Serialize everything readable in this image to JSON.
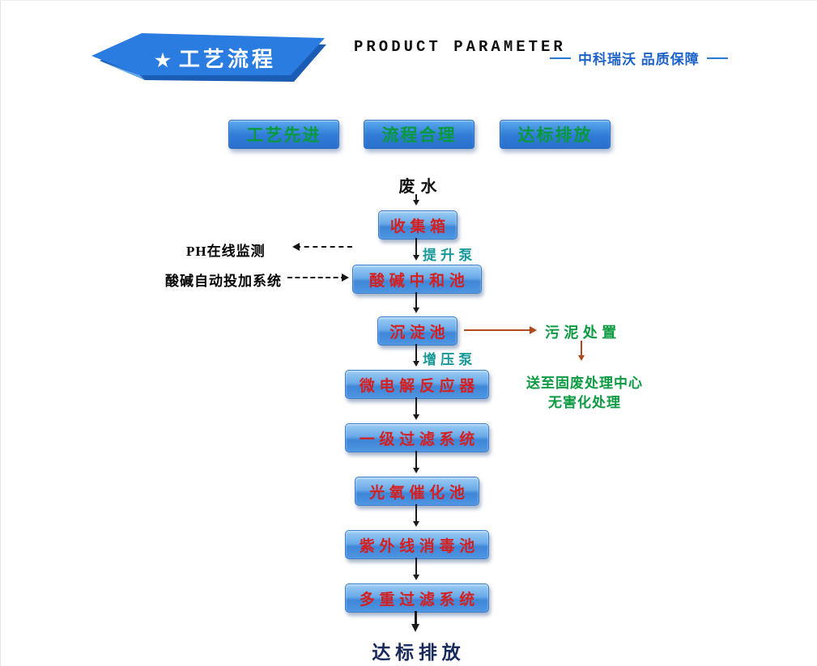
{
  "header": {
    "banner_star": "★",
    "banner_label": "工艺流程",
    "title": "PRODUCT PARAMETER",
    "brand": "中科瑞沃  品质保障"
  },
  "badges": [
    {
      "label": "工艺先进"
    },
    {
      "label": "流程合理"
    },
    {
      "label": "达标排放"
    }
  ],
  "flow": {
    "source": "废水",
    "steps": [
      {
        "label": "收集箱"
      },
      {
        "label": "酸碱中和池"
      },
      {
        "label": "沉淀池"
      },
      {
        "label": "微电解反应器"
      },
      {
        "label": "一级过滤系统"
      },
      {
        "label": "光氧催化池"
      },
      {
        "label": "紫外线消毒池"
      },
      {
        "label": "多重过滤系统"
      }
    ],
    "pump_lift": "提升泵",
    "pump_boost": "增压泵",
    "ph_monitor": "PH在线监测",
    "dosing_system": "酸碱自动投加系统",
    "sludge_disposal": "污泥处置",
    "sludge_note_1": "送至固废处理中心",
    "sludge_note_2": "无害化处理",
    "outcome": "达标排放"
  },
  "colors": {
    "box_blue_top": "#9bcdf4",
    "box_blue_bottom": "#3f86d8",
    "box_text_red": "#d61f1f",
    "badge_text_green": "#0a9a3e",
    "pump_teal": "#179898",
    "sludge_green": "#0c9a42",
    "sludge_arrow_brown": "#b14a1d",
    "banner_blue": "#2a7ce0",
    "brand_blue": "#1e63c8",
    "outcome_navy": "#18295c"
  }
}
